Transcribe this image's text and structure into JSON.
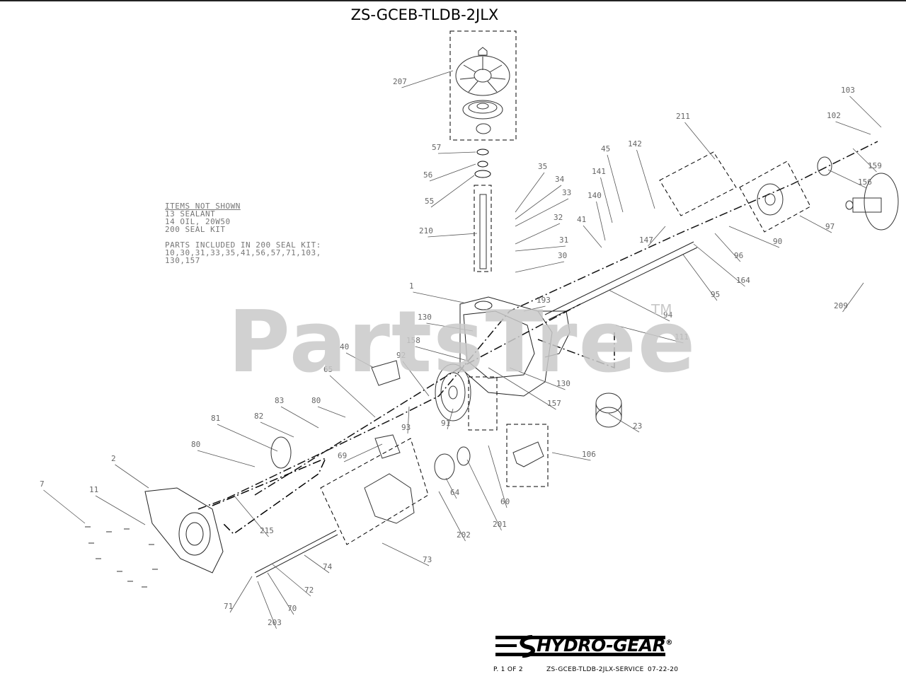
{
  "diagram": {
    "title": "ZS-GCEB-TLDB-2JLX",
    "notes": {
      "heading": "ITEMS NOT SHOWN",
      "items": [
        "13 SEALANT",
        "14 OIL, 20W50",
        "200 SEAL KIT"
      ],
      "kit_heading": "PARTS INCLUDED IN 200 SEAL KIT:",
      "kit_line1": "10,30,31,33,35,41,56,57,71,103,",
      "kit_line2": "130,157"
    },
    "watermark": "PartsTree",
    "watermark_tm": "TM",
    "brand": "HYDRO-GEAR",
    "brand_mark": "®",
    "footer": {
      "page": "P. 1 OF  2",
      "doc": "ZS-GCEB-TLDB-2JLX-SERVICE",
      "date": "07-22-20"
    },
    "callouts": [
      "207",
      "57",
      "56",
      "55",
      "210",
      "35",
      "34",
      "33",
      "32",
      "31",
      "30",
      "1",
      "193",
      "130",
      "158",
      "92",
      "40",
      "65",
      "83",
      "80",
      "82",
      "81",
      "80",
      "69",
      "93",
      "91",
      "130",
      "157",
      "2",
      "11",
      "7",
      "215",
      "64",
      "202",
      "201",
      "73",
      "74",
      "72",
      "70",
      "71",
      "203",
      "60",
      "106",
      "23",
      "111",
      "94",
      "95",
      "164",
      "96",
      "90",
      "97",
      "156",
      "159",
      "102",
      "103",
      "211",
      "45",
      "142",
      "141",
      "140",
      "41",
      "147",
      "209"
    ],
    "colors": {
      "line": "#000000",
      "label": "#666666",
      "watermark": "#c9c9c9"
    }
  }
}
